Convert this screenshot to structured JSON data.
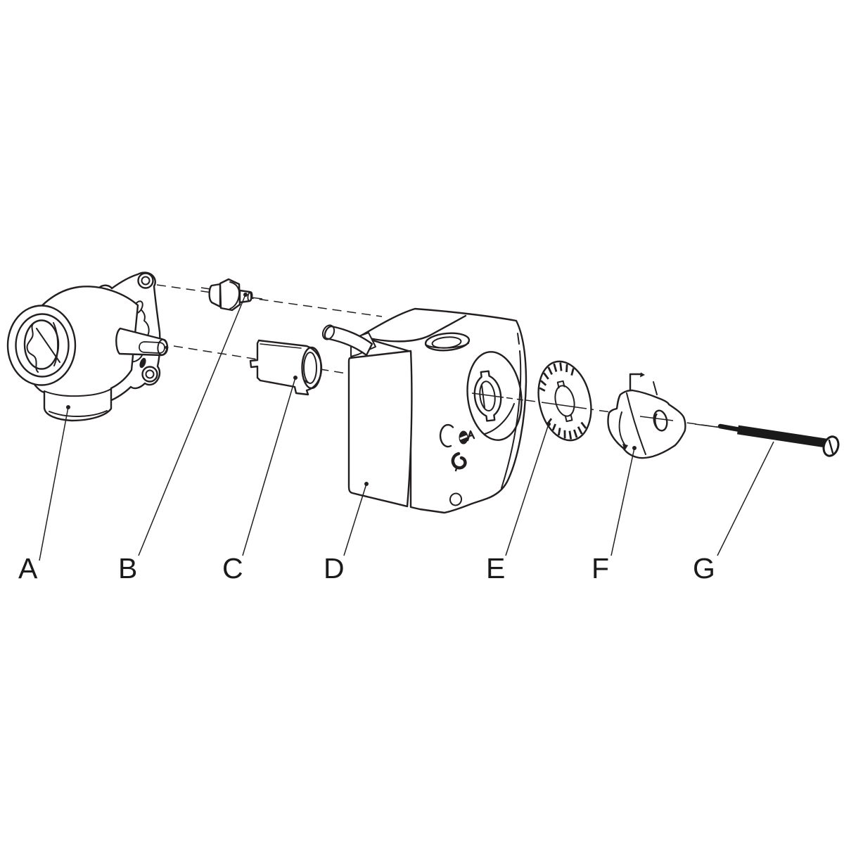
{
  "diagram": {
    "background_color": "#ffffff",
    "line_color": "#231f20",
    "screw_fill_color": "#1a1a1a",
    "labels": [
      {
        "id": "A",
        "text": "A"
      },
      {
        "id": "B",
        "text": "B"
      },
      {
        "id": "C",
        "text": "C"
      },
      {
        "id": "D",
        "text": "D"
      },
      {
        "id": "E",
        "text": "E"
      },
      {
        "id": "F",
        "text": "F"
      },
      {
        "id": "G",
        "text": "G"
      }
    ]
  }
}
